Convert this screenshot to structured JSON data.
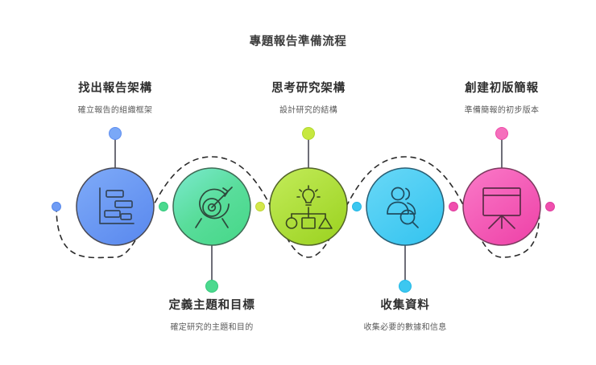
{
  "title": "專題報告準備流程",
  "colors": {
    "background": "#ffffff",
    "title_text": "#3c3c3c",
    "step_title_text": "#2f2f2f",
    "step_desc_text": "#5a5a5a",
    "circle_stroke": "#4a4a55",
    "icon_stroke": "#3b4a5a",
    "wave_dash": "#2b2b2b",
    "stem": "#555560"
  },
  "steps": [
    {
      "index": 1,
      "title": "找出報告架構",
      "description": "確立報告的組織框架",
      "icon": "gantt-chart-icon",
      "label_position": "above",
      "color_light": "#7aa8f7",
      "color_dark": "#5f8ef0",
      "dot_color": "#6f9cf5"
    },
    {
      "index": 2,
      "title": "定義主題和目標",
      "description": "確定研究的主題和目的",
      "icon": "target-arrow-icon",
      "label_position": "below",
      "color_light": "#75e8ab",
      "color_dark": "#4bd98e",
      "dot_color": "#3fd489"
    },
    {
      "index": 3,
      "title": "思考研究架構",
      "description": "設計研究的結構",
      "icon": "lightbulb-hierarchy-icon",
      "label_position": "above",
      "color_light": "#b7e84a",
      "color_dark": "#a2d92b",
      "dot_color": "#c7e83f"
    },
    {
      "index": 4,
      "title": "收集資料",
      "description": "收集必要的數據和信息",
      "icon": "user-research-icon",
      "label_position": "below",
      "color_light": "#5fd3f5",
      "color_dark": "#3cc7f0",
      "dot_color": "#32c2ef"
    },
    {
      "index": 5,
      "title": "創建初版簡報",
      "description": "準備簡報的初步版本",
      "icon": "presentation-board-icon",
      "label_position": "above",
      "color_light": "#f76ec0",
      "color_dark": "#f04fae",
      "dot_color": "#f45aaf"
    }
  ],
  "connector_dots": [
    {
      "name": "wave-dot-left",
      "color": "#6f9cf5"
    },
    {
      "name": "wave-dot-1-2",
      "color": "#4bd98e"
    },
    {
      "name": "wave-dot-2-3",
      "color": "#d4e84a"
    },
    {
      "name": "wave-dot-3-4",
      "color": "#3cc7f0"
    },
    {
      "name": "wave-dot-4-5",
      "color": "#f04fae"
    },
    {
      "name": "wave-dot-right",
      "color": "#f04fae"
    }
  ]
}
